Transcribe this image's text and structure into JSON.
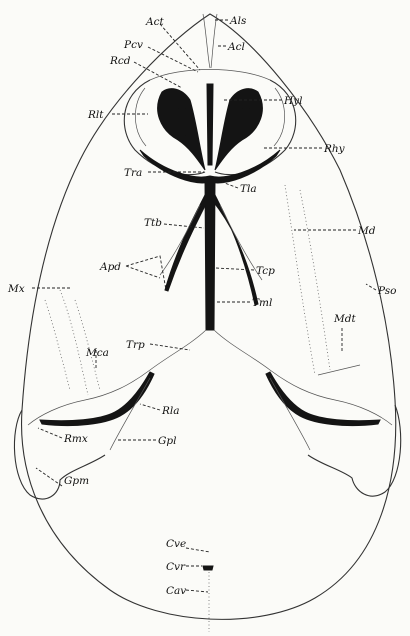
{
  "labels": {
    "act": "Act",
    "als": "Als",
    "pcv": "Pcv",
    "acl": "Acl",
    "rcd": "Rcd",
    "hyl": "Hyl",
    "rlt": "Rlt",
    "rhy": "Rhy",
    "tra": "Tra",
    "tla": "Tla",
    "ttb": "Ttb",
    "md": "Md",
    "apd": "Apd",
    "tcp": "Tcp",
    "mx": "Mx",
    "pso": "Pso",
    "tml": "Tml",
    "mdt": "Mdt",
    "trp": "Trp",
    "mca": "Mca",
    "rla": "Rla",
    "rmx": "Rmx",
    "gpl": "Gpl",
    "gpm": "Gpm",
    "cve": "Cve",
    "cvr": "Cvr",
    "cav": "Cav"
  }
}
